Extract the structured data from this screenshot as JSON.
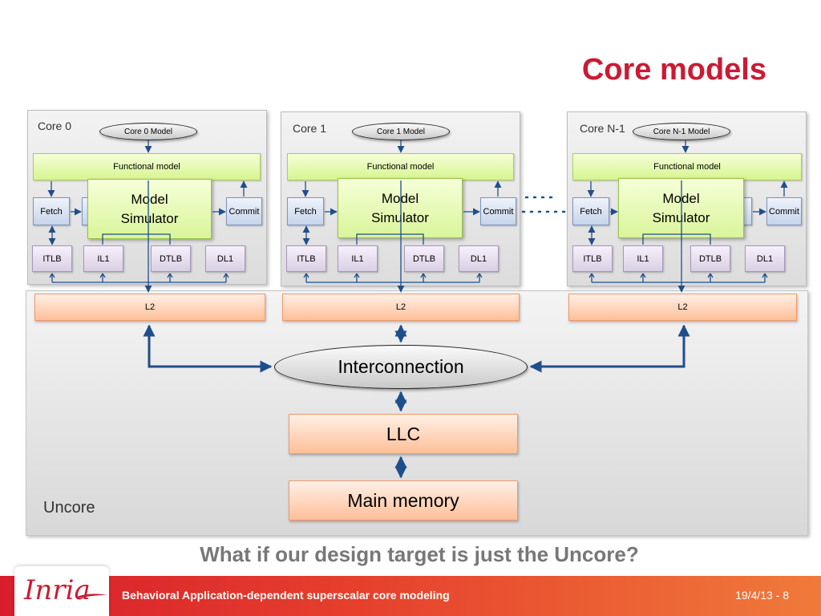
{
  "title": "Core models",
  "uncore_label": "Uncore",
  "cores": [
    {
      "label": "Core 0",
      "model": "Core 0 Model",
      "functional": "Functional model",
      "simulator": [
        "Model",
        "Simulator"
      ],
      "fetch": "Fetch",
      "commit": "Commit",
      "caches": [
        "ITLB",
        "IL1",
        "DTLB",
        "DL1"
      ],
      "l2": "L2"
    },
    {
      "label": "Core 1",
      "model": "Core 1 Model",
      "functional": "Functional model",
      "simulator": [
        "Model",
        "Simulator"
      ],
      "fetch": "Fetch",
      "commit": "Commit",
      "caches": [
        "ITLB",
        "IL1",
        "DTLB",
        "DL1"
      ],
      "l2": "L2"
    },
    {
      "label": "Core N-1",
      "model": "Core N-1 Model",
      "functional": "Functional model",
      "simulator": [
        "Model",
        "Simulator"
      ],
      "fetch": "Fetch",
      "commit": "Commit",
      "caches": [
        "ITLB",
        "IL1",
        "DTLB",
        "DL1"
      ],
      "l2": "L2"
    }
  ],
  "interconnection": "Interconnection",
  "llc": "LLC",
  "main_memory": "Main memory",
  "question": "What if our design target is just the Uncore?",
  "footer": {
    "logo": "Inria",
    "text": "Behavioral Application-dependent superscalar core modeling",
    "page": "19/4/13 - 8"
  },
  "colors": {
    "title": "#cc1a33",
    "arrow": "#1f4e8c",
    "footer_start": "#d81e2c",
    "footer_end": "#f07a3a"
  }
}
